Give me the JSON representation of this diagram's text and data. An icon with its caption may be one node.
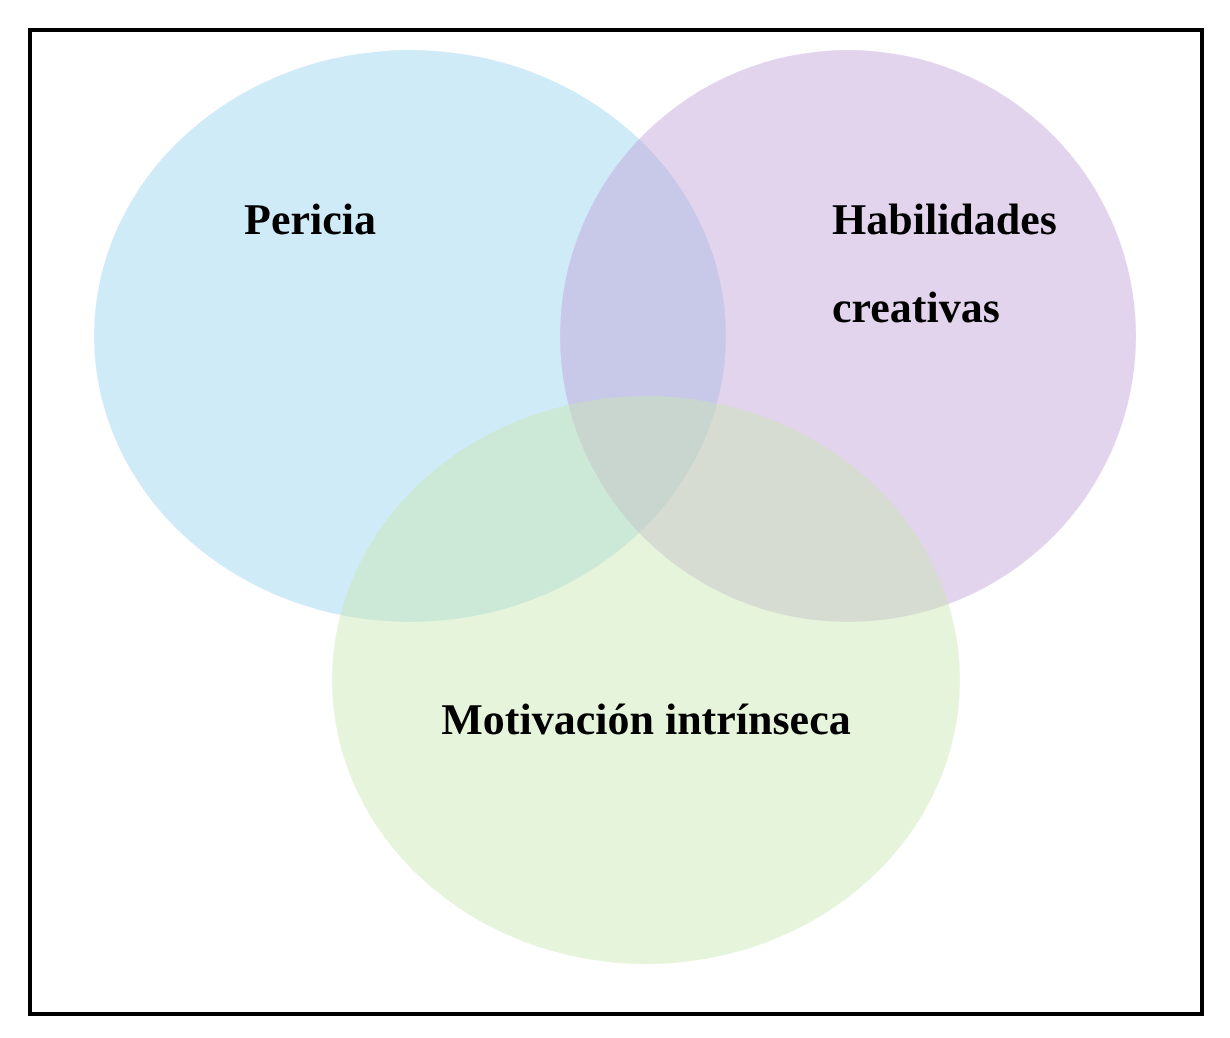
{
  "diagram": {
    "nodes": [
      {
        "text": [
          "Pericia"
        ]
      },
      {
        "text": [
          "Habilidades creativas"
        ]
      },
      {
        "text": [
          "Motivación intrínseca"
        ]
      }
    ],
    "edges": []
  }
}
